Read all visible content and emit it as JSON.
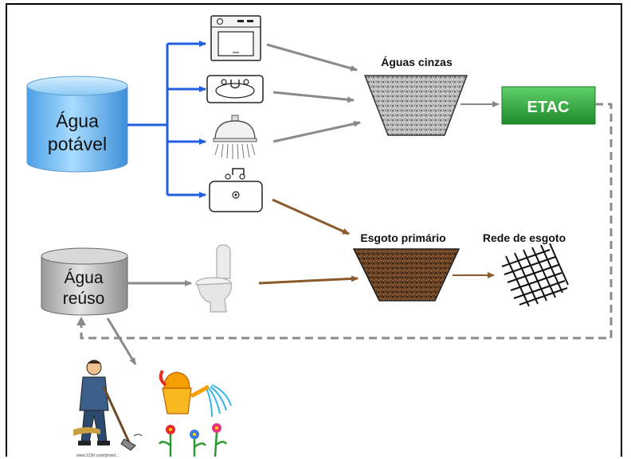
{
  "nodes": {
    "agua_potavel": [
      "Água",
      "potável"
    ],
    "agua_reuso": [
      "Água",
      "reúso"
    ],
    "aguas_cinzas": "Águas cinzas",
    "etac": "ETAC",
    "esgoto_primario": "Esgoto primário",
    "rede_esgoto": "Rede de esgoto"
  },
  "illustration_caption": "www.123rf.com/photo/...",
  "colors": {
    "potable_blue": "#1f5fe0",
    "greywater_gray": "#8a8a8a",
    "sewage_brown": "#8b5a2b",
    "etac_green": "#2eaa3a",
    "tank_blue": "#6fb8ee",
    "tank_gray": "#b8b8b8"
  },
  "icons": [
    "washing-machine-icon",
    "bathroom-sink-icon",
    "shower-icon",
    "kitchen-sink-icon",
    "toilet-icon",
    "gardener-icon",
    "watering-can-flowers-icon",
    "sewer-grid-icon"
  ]
}
